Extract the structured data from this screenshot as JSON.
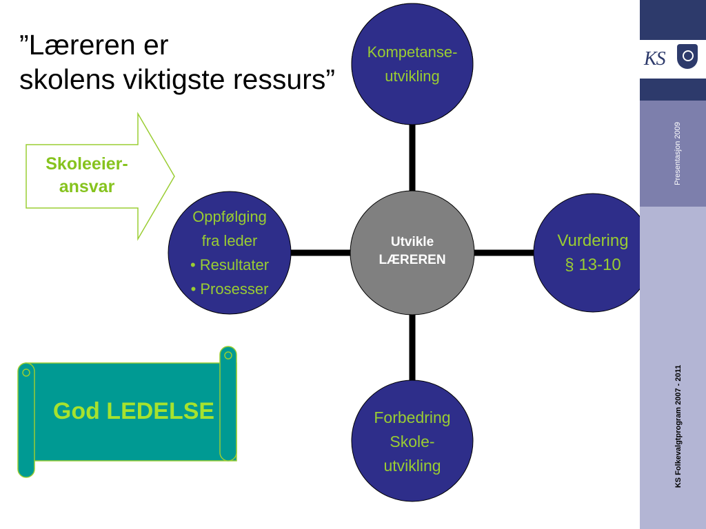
{
  "title": {
    "line1": "”Læreren er",
    "line2": "skolens viktigste ressurs”"
  },
  "arrow": {
    "line1": "Skoleeier-",
    "line2": "ansvar"
  },
  "banner": {
    "label": "God LEDELSE"
  },
  "center": {
    "line1": "Utvikle",
    "line2": "LÆREREN"
  },
  "nodes": {
    "top": {
      "line1": "Kompetanse-",
      "line2": "utvikling"
    },
    "left": {
      "line1": "Oppfølging",
      "line2": "fra leder",
      "line3": "• Resultater",
      "line4": "• Prosesser"
    },
    "right": {
      "line1": "Vurdering",
      "line2": "§ 13-10"
    },
    "bottom": {
      "line1": "Forbedring",
      "line2": "Skole-",
      "line3": "utvikling"
    }
  },
  "sidebar": {
    "logo_text": "KS",
    "presentation": "Presentasjon  2009",
    "program": "KS Folkevalgtprogram 2007 - 2011"
  },
  "colors": {
    "node_fill": "#2e2e8a",
    "center_fill": "#808080",
    "label_green": "#9acd32",
    "banner_fill": "#009a93",
    "band_dark": "#2d3a6b"
  }
}
